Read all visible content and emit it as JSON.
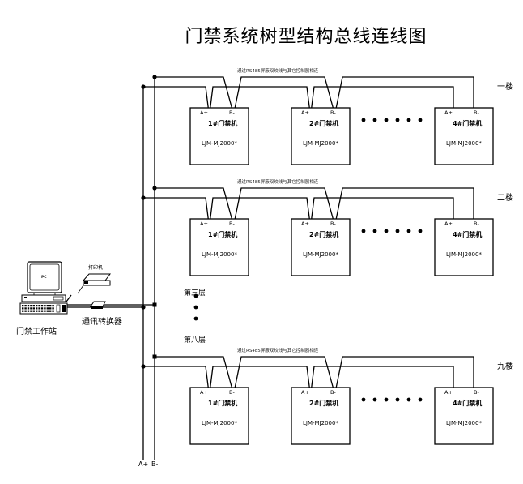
{
  "title": "门禁系统树型结构总线连线图",
  "bus_note": "通过RS485屏蔽双绞线与其它控制器相连",
  "pins": {
    "a": "A+",
    "b": "B-"
  },
  "floors": [
    {
      "label": "一楼",
      "devices": [
        {
          "name": "1#门禁机",
          "model": "LJM-MJ2000*"
        },
        {
          "name": "2#门禁机",
          "model": "LJM-MJ2000*"
        },
        {
          "name": "4#门禁机",
          "model": "LJM-MJ2000*"
        }
      ]
    },
    {
      "label": "二楼",
      "devices": [
        {
          "name": "1#门禁机",
          "model": "LJM-MJ2000*"
        },
        {
          "name": "2#门禁机",
          "model": "LJM-MJ2000*"
        },
        {
          "name": "4#门禁机",
          "model": "LJM-MJ2000*"
        }
      ]
    },
    {
      "label": "九楼",
      "devices": [
        {
          "name": "1#门禁机",
          "model": "LJM-MJ2000*"
        },
        {
          "name": "2#门禁机",
          "model": "LJM-MJ2000*"
        },
        {
          "name": "4#门禁机",
          "model": "LJM-MJ2000*"
        }
      ]
    }
  ],
  "skipped_floors": {
    "from": "第三层",
    "to": "第八层"
  },
  "workstation": {
    "label": "门禁工作站",
    "screen_text": "PC"
  },
  "printer": {
    "label": "打印机"
  },
  "converter": {
    "label": "通讯转换器"
  },
  "trunk": {
    "a_label": "A+",
    "b_label": "B-"
  }
}
